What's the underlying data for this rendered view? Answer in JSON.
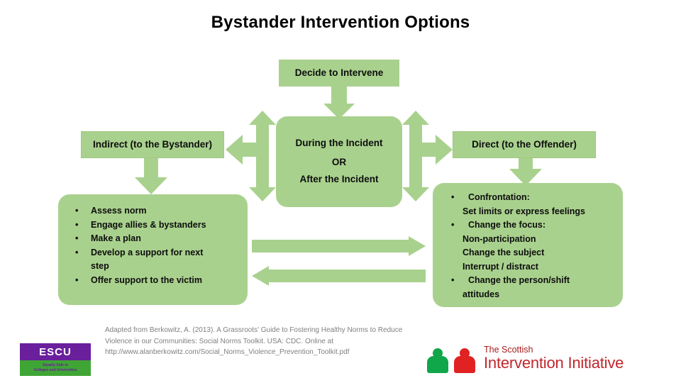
{
  "slide": {
    "title": "Bystander Intervention Options",
    "background": "#ffffff",
    "accent_green": "#A9D18E"
  },
  "flow": {
    "decide": {
      "label": "Decide to Intervene"
    },
    "indirect": {
      "label": "Indirect (to the Bystander)"
    },
    "direct": {
      "label": "Direct (to the Offender)"
    },
    "during": {
      "line1": "During the Incident",
      "line2": "OR",
      "line3": "After the Incident"
    }
  },
  "indirect_actions": {
    "items": [
      {
        "bullet": "•",
        "text": "Assess norm",
        "sub": ""
      },
      {
        "bullet": "•",
        "text": "Engage allies & bystanders",
        "sub": ""
      },
      {
        "bullet": "•",
        "text": "Make a plan",
        "sub": ""
      },
      {
        "bullet": "•",
        "text": "Develop a support for next",
        "sub": "step"
      },
      {
        "bullet": "•",
        "text": "Offer support to the victim",
        "sub": ""
      }
    ]
  },
  "direct_actions": {
    "items": [
      {
        "bullet": "•",
        "text": "Confrontation:",
        "sub": "Set limits or express feelings",
        "sub2": "",
        "sub3": ""
      },
      {
        "bullet": "•",
        "text": "Change the focus:",
        "sub": "Non-participation",
        "sub2": "Change the subject",
        "sub3": "Interrupt / distract"
      },
      {
        "bullet": "•",
        "text": "Change the person/shift",
        "sub": "attitudes",
        "sub2": "",
        "sub3": ""
      }
    ]
  },
  "arrows": {
    "decide_down": "down-arrow",
    "left_double": "vertical-double-arrow",
    "right_double": "vertical-double-arrow",
    "to_indirect": "left-arrow",
    "to_direct": "right-arrow",
    "indirect_down": "down-arrow",
    "direct_down": "down-arrow",
    "mid_right": "right-arrow",
    "mid_left": "left-arrow"
  },
  "citation": {
    "line1": "Adapted from Berkowitz, A. (2013). A Grassroots’ Guide to Fostering Healthy Norms to Reduce",
    "line2": "Violence in our Communities: Social Norms Toolkit.  USA: CDC. Online at",
    "line3": "http://www.alanberkowitz.com/Social_Norms_Violence_Prevention_Toolkit.pdf"
  },
  "escu_logo": {
    "acronym": "ESCU",
    "tagline_line1": "Equally Safe in",
    "tagline_line2": "Colleges and Universities",
    "top_color": "#6A1F9C",
    "bottom_color": "#3FA535"
  },
  "sii_logo": {
    "small_text": "The Scottish",
    "big_text": "Intervention Initiative",
    "green_figure_color": "#10A64A",
    "red_figure_color": "#E02322",
    "text_color": "#C1272D"
  }
}
